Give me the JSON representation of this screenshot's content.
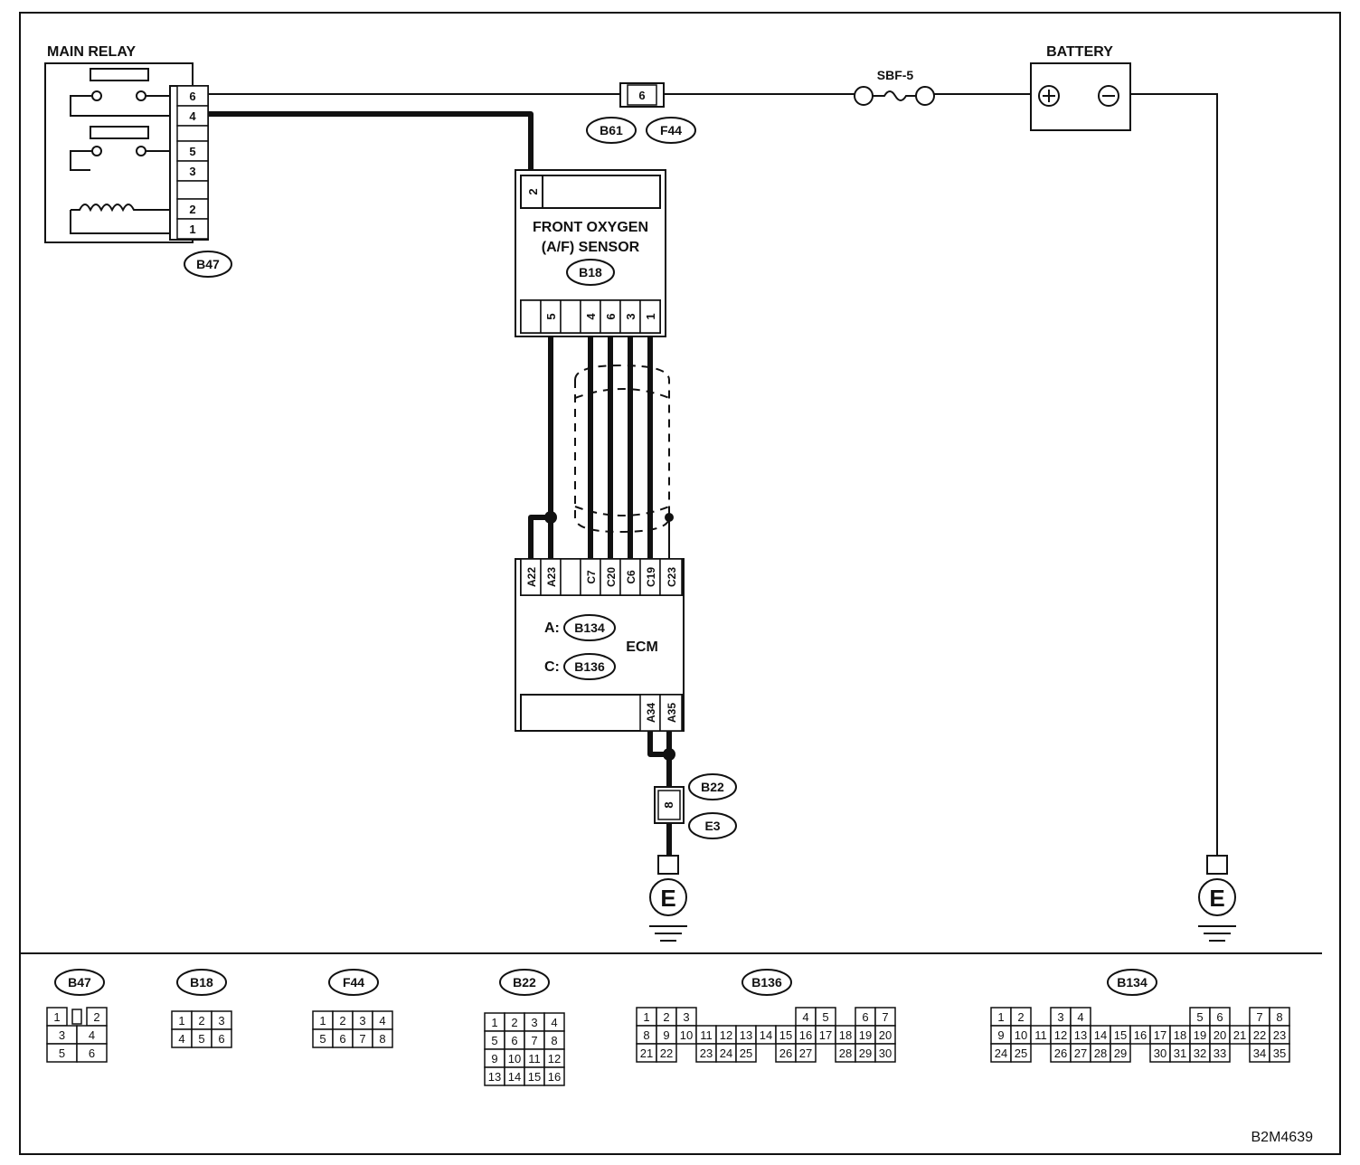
{
  "figure_id": "B2M4639",
  "components": {
    "main_relay": {
      "label": "MAIN RELAY",
      "connector": "B47",
      "pins": [
        "6",
        "4",
        "5",
        "3",
        "2",
        "1"
      ]
    },
    "inline_connector_top": {
      "pin": "6",
      "connectors": [
        "B61",
        "F44"
      ]
    },
    "fuse": {
      "label": "SBF-5"
    },
    "battery": {
      "label": "BATTERY",
      "positive": "⊕",
      "negative": "⊖"
    },
    "sensor": {
      "label_line1": "FRONT OXYGEN",
      "label_line2": "(A/F) SENSOR",
      "connector": "B18",
      "top_pin": "2",
      "bottom_pins": [
        "5",
        "4",
        "6",
        "3",
        "1"
      ]
    },
    "ecm": {
      "label": "ECM",
      "connector_a_prefix": "A:",
      "connector_a": "B134",
      "connector_c_prefix": "C:",
      "connector_c": "B136",
      "top_pins": [
        "A22",
        "A23",
        "C7",
        "C20",
        "C6",
        "C19",
        "C23"
      ],
      "bottom_pins": [
        "A34",
        "A35"
      ]
    },
    "inline_connector_bottom": {
      "pin": "8",
      "connectors": [
        "B22",
        "E3"
      ]
    },
    "ground_symbol": "E"
  },
  "connector_views": [
    {
      "id": "B47",
      "rows": [
        [
          "1",
          "",
          "2"
        ],
        [
          "3",
          "4"
        ],
        [
          "5",
          "6"
        ]
      ]
    },
    {
      "id": "B18",
      "rows": [
        [
          "1",
          "2",
          "3"
        ],
        [
          "4",
          "5",
          "6"
        ]
      ]
    },
    {
      "id": "F44",
      "rows": [
        [
          "1",
          "2",
          "3",
          "4"
        ],
        [
          "5",
          "6",
          "7",
          "8"
        ]
      ]
    },
    {
      "id": "B22",
      "rows": [
        [
          "1",
          "2",
          "3",
          "4"
        ],
        [
          "5",
          "6",
          "7",
          "8"
        ],
        [
          "9",
          "10",
          "11",
          "12"
        ],
        [
          "13",
          "14",
          "15",
          "16"
        ]
      ]
    },
    {
      "id": "B136",
      "rows": [
        [
          "1",
          "2",
          "3",
          "",
          "",
          "",
          "",
          "",
          "4",
          "5",
          "",
          "6",
          "7"
        ],
        [
          "8",
          "9",
          "10",
          "11",
          "12",
          "13",
          "14",
          "15",
          "16",
          "17",
          "18",
          "19",
          "20"
        ],
        [
          "21",
          "22",
          "",
          "23",
          "24",
          "25",
          "",
          "26",
          "27",
          "",
          "28",
          "29",
          "30"
        ]
      ]
    },
    {
      "id": "B134",
      "rows": [
        [
          "1",
          "2",
          "",
          "3",
          "4",
          "",
          "",
          "",
          "",
          "",
          "5",
          "6",
          "",
          "7",
          "8"
        ],
        [
          "9",
          "10",
          "11",
          "12",
          "13",
          "14",
          "15",
          "16",
          "17",
          "18",
          "19",
          "20",
          "21",
          "22",
          "23"
        ],
        [
          "24",
          "25",
          "",
          "26",
          "27",
          "28",
          "29",
          "",
          "30",
          "31",
          "32",
          "33",
          "",
          "34",
          "35"
        ]
      ]
    }
  ]
}
